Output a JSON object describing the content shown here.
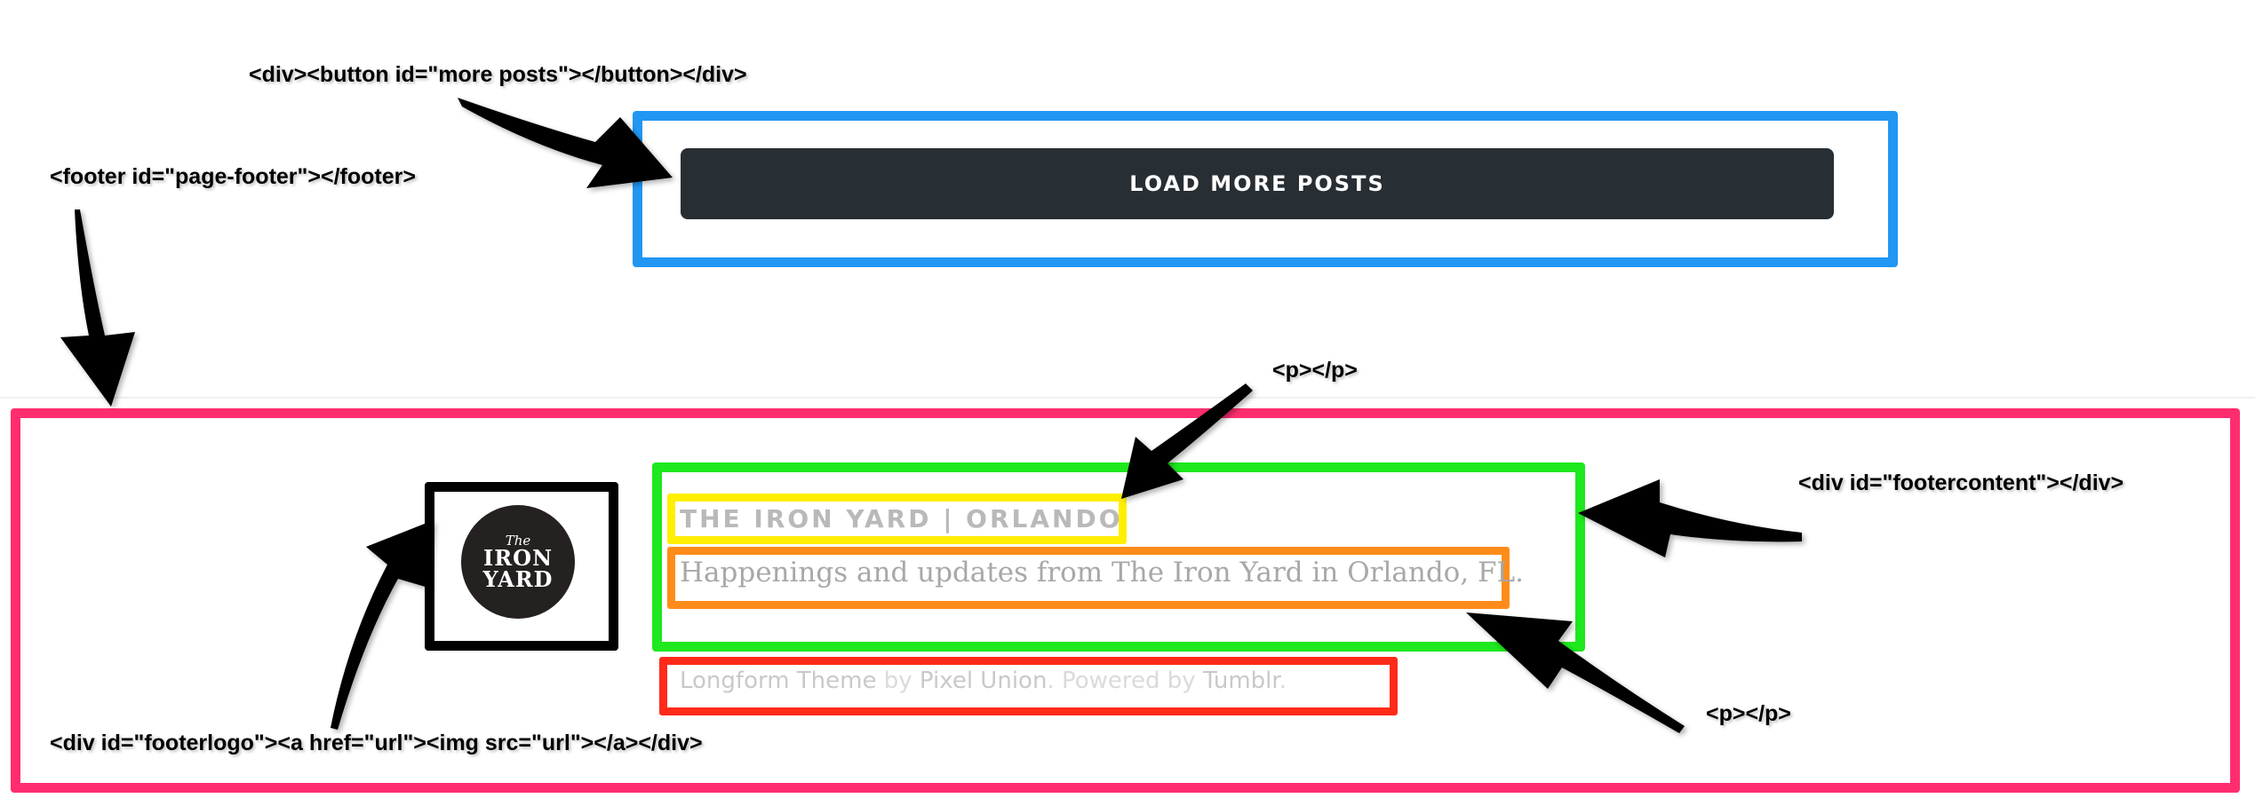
{
  "annotations": {
    "more_posts_div": "<div><button id=\"more posts\"></button></div>",
    "page_footer": "<footer id=\"page-footer\"></footer>",
    "title_p": "<p></p>",
    "footercontent": "<div id=\"footercontent\"></div>",
    "desc_p": "<p></p>",
    "footerlogo": "<div id=\"footerlogo\"><a href=\"url\"><img src=\"url\"></a></div>"
  },
  "load_more_button": {
    "label": "LOAD MORE POSTS"
  },
  "logo": {
    "the": "The",
    "iron": "IRON",
    "yard": "YARD"
  },
  "footer": {
    "title": "THE IRON YARD | ORLANDO",
    "description": "Happenings and updates from The Iron Yard in Orlando, FL.",
    "credit": {
      "theme": "Longform Theme",
      "by1": " by ",
      "author": "Pixel Union",
      "powered": ". Powered by ",
      "platform": "Tumblr",
      "end": "."
    }
  },
  "colors": {
    "button_box": "#2196f3",
    "footer_box": "#ff2d6f",
    "logo_box": "#000000",
    "content_box": "#1ee81e",
    "title_box": "#ffef00",
    "desc_box": "#ff8c1a",
    "credit_box": "#ff2a1a",
    "button_bg": "#272e34"
  }
}
